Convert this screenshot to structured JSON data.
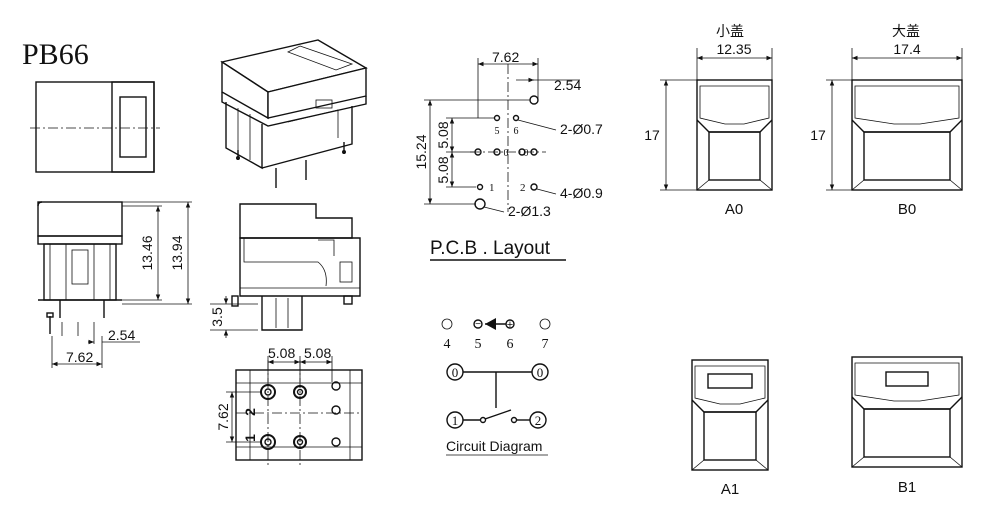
{
  "model": "PB66",
  "front_view": {
    "height_1": "13.46",
    "height_2": "13.94",
    "pin_pitch": "2.54",
    "pin_span": "7.62"
  },
  "side_view": {
    "pin_length": "3.5"
  },
  "bottom_view": {
    "pitch_a": "5.08",
    "pitch_b": "5.08",
    "row_pitch": "7.62",
    "pin_1": "1",
    "pin_2": "2"
  },
  "pcb": {
    "title": "P.C.B . Layout",
    "dim_top": "7.62",
    "dim_offset": "2.54",
    "dim_height": "15.24",
    "dim_upper": "5.08",
    "dim_lower": "5.08",
    "hole_a": "2-Ø0.7",
    "hole_b": "4-Ø0.9",
    "hole_c": "2-Ø1.3",
    "pin_labels": [
      "5",
      "6",
      "0",
      "0",
      "1",
      "2"
    ]
  },
  "circuit": {
    "title": "Circuit Diagram",
    "pin_numbers": [
      "4",
      "5",
      "6",
      "7"
    ],
    "minus": "−",
    "plus": "+",
    "node_0": "0",
    "node_1": "1",
    "node_2": "2"
  },
  "caps": [
    {
      "name": "小盖",
      "width": "12.35",
      "height": "17",
      "code": "A0"
    },
    {
      "name": "大盖",
      "width": "17.4",
      "height": "17",
      "code": "B0"
    },
    {
      "code": "A1"
    },
    {
      "code": "B1"
    }
  ]
}
